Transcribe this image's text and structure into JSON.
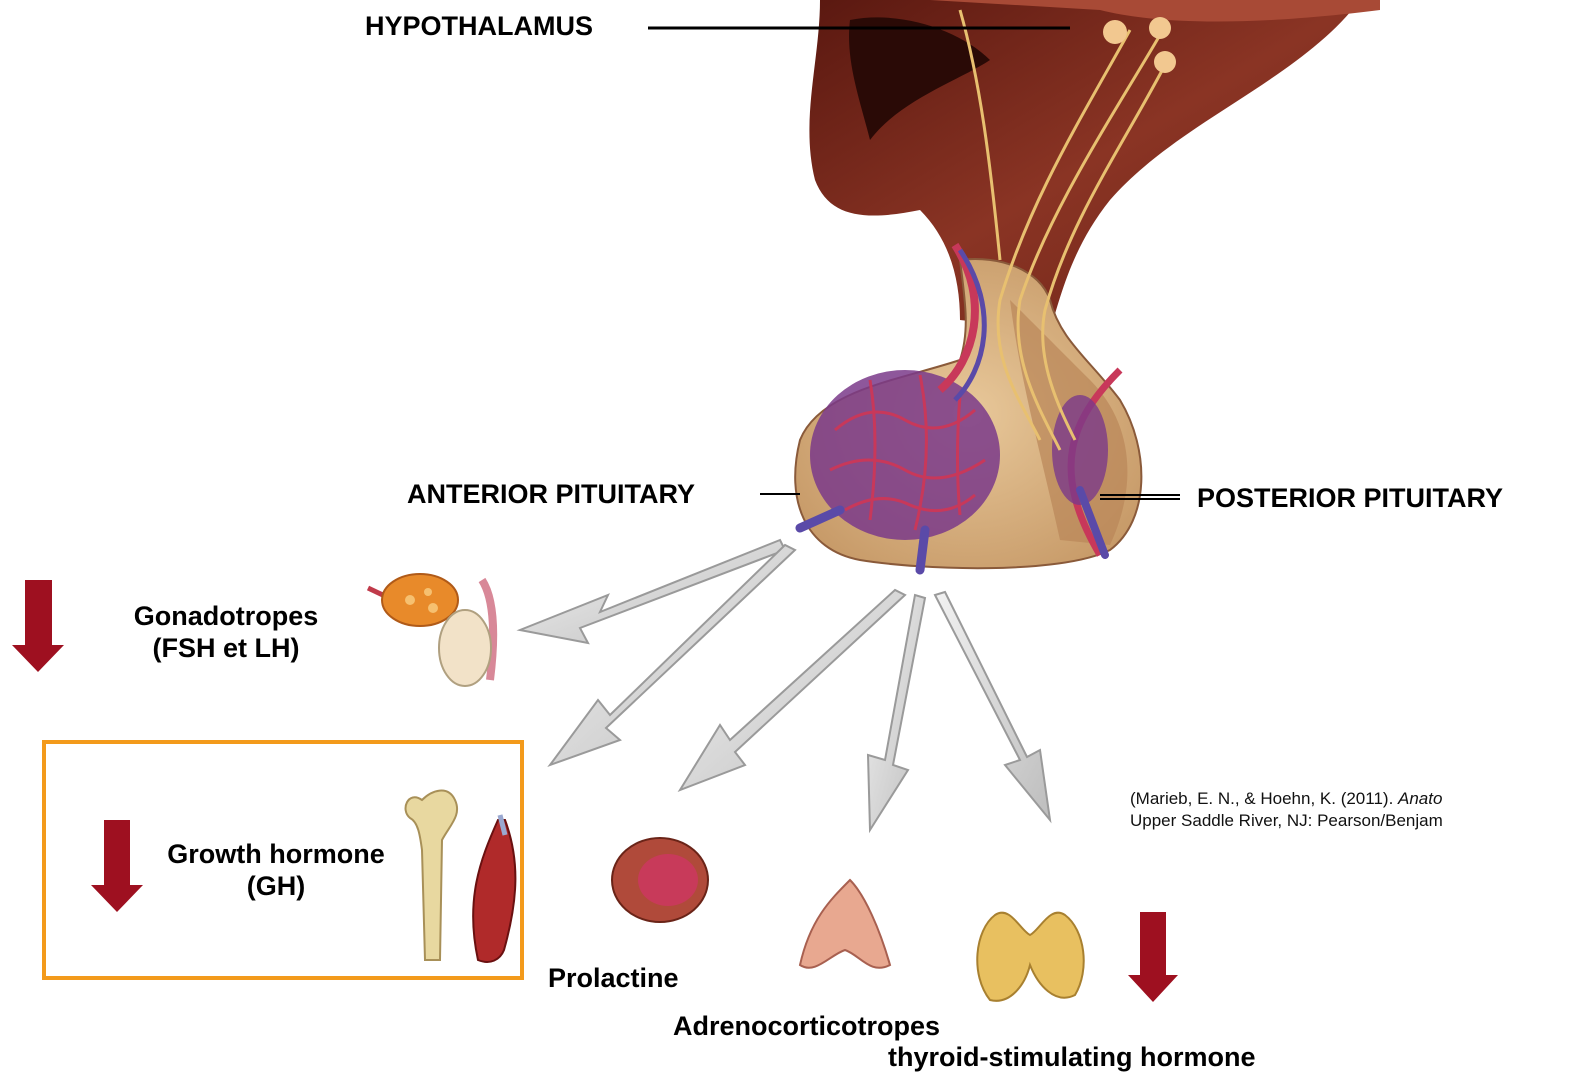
{
  "labels": {
    "hypothalamus": "HYPOTHALAMUS",
    "anterior": "ANTERIOR PITUITARY",
    "posterior": "POSTERIOR PITUITARY",
    "gonadotropes_1": "Gonadotropes",
    "gonadotropes_2": "(FSH et LH)",
    "growth_1": "Growth hormone",
    "growth_2": "(GH)",
    "prolactine": "Prolactine",
    "adreno": "Adrenocorticotropes",
    "thyroid": "thyroid-stimulating hormone"
  },
  "reference": {
    "line1_start": "(Marieb, E. N., & Hoehn, K. (2011). ",
    "line1_italic": "Anato",
    "line2": " Upper Saddle River, NJ: Pearson/Benjam"
  },
  "colors": {
    "decrease_arrow": "#9e1020",
    "highlight_box": "#f39a1b",
    "tissue": "#7a2a1e",
    "vessel_red": "#c8385a",
    "vessel_blue": "#5a4aa8",
    "nerve": "#e8c070"
  },
  "icons": [
    "bone-icon",
    "muscle-icon",
    "ovary-icon",
    "testis-icon",
    "breast-tissue-icon",
    "adrenal-gland-icon",
    "thyroid-gland-icon"
  ]
}
